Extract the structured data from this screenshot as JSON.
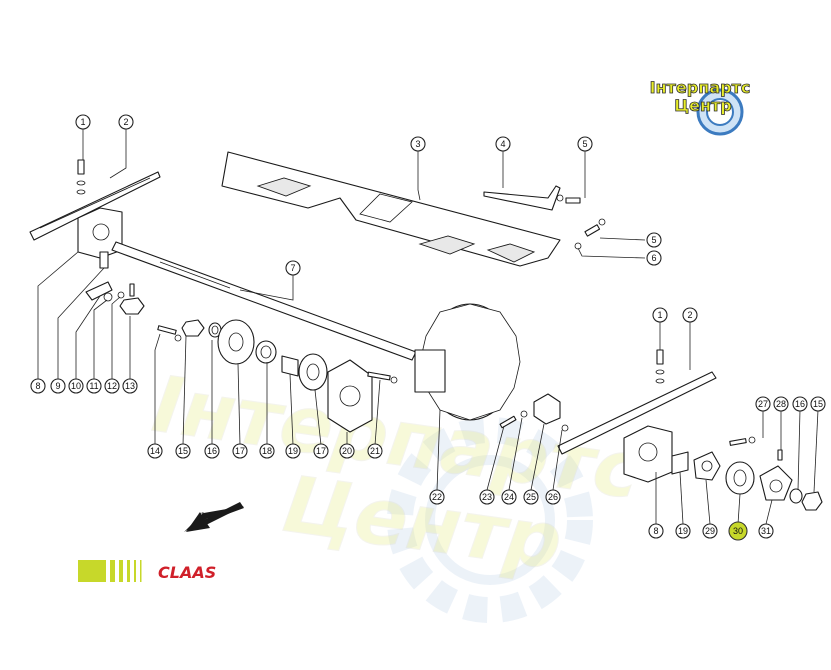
{
  "logo_text": {
    "line1": "Інтерпартс",
    "line2": "Центр"
  },
  "watermark_text": {
    "line1": "Інтерпартс",
    "line2": "Центр"
  },
  "brand": {
    "name": "CLAAS",
    "accent": "#c7d82a",
    "red": "#d0202a"
  },
  "highlight_color": "#c7d82a",
  "direction_arrow": "arrow-down-left-icon",
  "callouts": [
    {
      "id": "c1a",
      "label": "1"
    },
    {
      "id": "c2a",
      "label": "2"
    },
    {
      "id": "c3",
      "label": "3"
    },
    {
      "id": "c4",
      "label": "4"
    },
    {
      "id": "c5a",
      "label": "5"
    },
    {
      "id": "c5b",
      "label": "5"
    },
    {
      "id": "c6",
      "label": "6"
    },
    {
      "id": "c7",
      "label": "7"
    },
    {
      "id": "c8a",
      "label": "8"
    },
    {
      "id": "c9",
      "label": "9"
    },
    {
      "id": "c10",
      "label": "10"
    },
    {
      "id": "c11",
      "label": "11"
    },
    {
      "id": "c12",
      "label": "12"
    },
    {
      "id": "c13",
      "label": "13"
    },
    {
      "id": "c14",
      "label": "14"
    },
    {
      "id": "c15a",
      "label": "15"
    },
    {
      "id": "c16a",
      "label": "16"
    },
    {
      "id": "c17a",
      "label": "17"
    },
    {
      "id": "c18",
      "label": "18"
    },
    {
      "id": "c19a",
      "label": "19"
    },
    {
      "id": "c17b",
      "label": "17"
    },
    {
      "id": "c20",
      "label": "20"
    },
    {
      "id": "c21",
      "label": "21"
    },
    {
      "id": "c22",
      "label": "22"
    },
    {
      "id": "c23",
      "label": "23"
    },
    {
      "id": "c24",
      "label": "24"
    },
    {
      "id": "c25",
      "label": "25"
    },
    {
      "id": "c26",
      "label": "26"
    },
    {
      "id": "c1b",
      "label": "1"
    },
    {
      "id": "c2b",
      "label": "2"
    },
    {
      "id": "c27",
      "label": "27"
    },
    {
      "id": "c28",
      "label": "28"
    },
    {
      "id": "c16b",
      "label": "16"
    },
    {
      "id": "c15b",
      "label": "15"
    },
    {
      "id": "c8b",
      "label": "8"
    },
    {
      "id": "c19b",
      "label": "19"
    },
    {
      "id": "c29",
      "label": "29"
    },
    {
      "id": "c30",
      "label": "30",
      "highlighted": true
    },
    {
      "id": "c31",
      "label": "31"
    }
  ]
}
